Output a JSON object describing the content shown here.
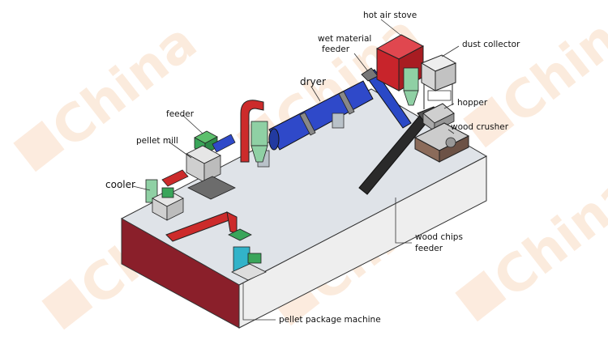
{
  "watermark": {
    "brand": "China"
  },
  "labels": {
    "hot_air_stove": "hot air stove",
    "wet_material_feeder_1": "wet material",
    "wet_material_feeder_2": "feeder",
    "dust_collector": "dust collector",
    "dryer": "dryer",
    "hopper": "hopper",
    "wood_crusher": "wood crusher",
    "feeder": "feeder",
    "pellet_mill": "pellet mill",
    "cooler": "cooler",
    "wood_chips_feeder_1": "wood chips",
    "wood_chips_feeder_2": "feeder",
    "pellet_package_machine": "pellet package machine"
  },
  "colors": {
    "platform_top": "#dfe3e8",
    "platform_front": "#8a1f2a",
    "platform_side": "#eeeeee",
    "dryer": "#2f49c9",
    "stove": "#c8242b",
    "duct": "#cc2b2b",
    "conveyor": "#2a2a2a",
    "green": "#3aa55a",
    "cyclone": "#8fd0a4",
    "blue_belt": "#2a49c6",
    "watermark": "#f6c7a0"
  }
}
